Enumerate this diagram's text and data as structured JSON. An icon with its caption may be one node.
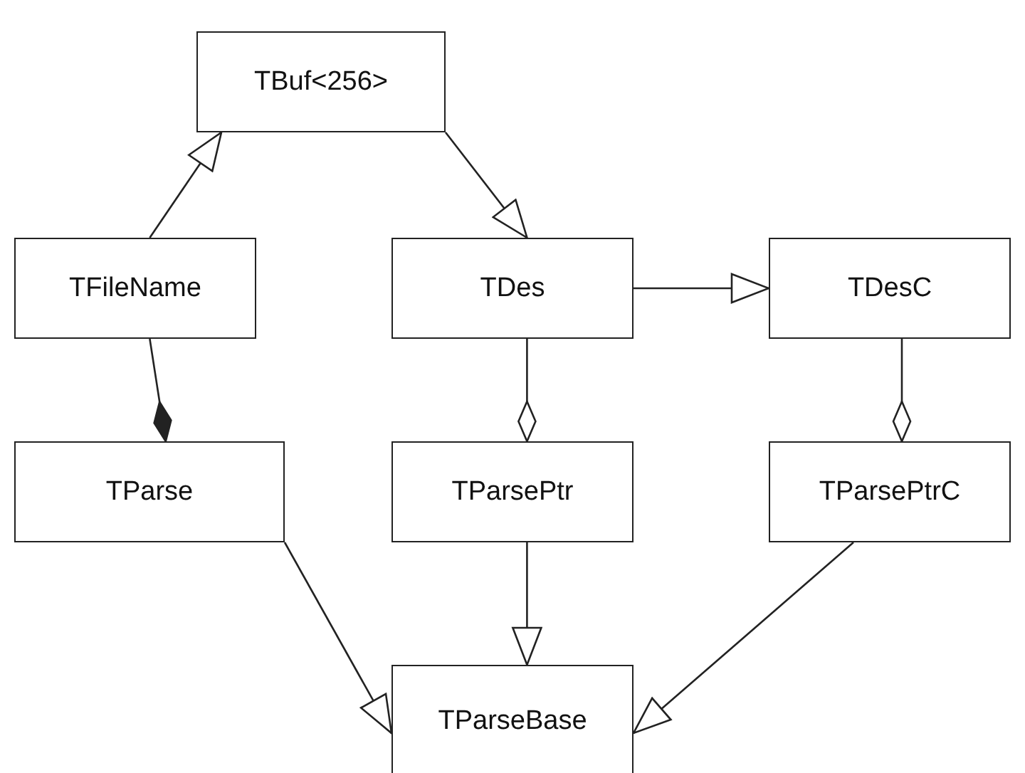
{
  "diagram": {
    "nodes": [
      {
        "text": [
          "TBuf<256>"
        ]
      },
      {
        "text": [
          "TFileName"
        ]
      },
      {
        "text": [
          "TDes"
        ]
      },
      {
        "text": [
          "TDesC"
        ]
      },
      {
        "text": [
          "TParse"
        ]
      },
      {
        "text": [
          "TParsePtr"
        ]
      },
      {
        "text": [
          "TParsePtrC"
        ]
      },
      {
        "text": [
          "TParseBase"
        ]
      }
    ],
    "edges": [
      {
        "from": 1,
        "to": 0,
        "arrow": "to"
      },
      {
        "from": 0,
        "to": 2,
        "arrow": "to"
      },
      {
        "from": 2,
        "to": 3,
        "arrow": "to"
      },
      {
        "from": 1,
        "to": 4,
        "arrow": "other"
      },
      {
        "from": 2,
        "to": 5,
        "arrow": "other"
      },
      {
        "from": 3,
        "to": 6,
        "arrow": "other"
      },
      {
        "from": 4,
        "to": 7,
        "arrow": "to"
      },
      {
        "from": 5,
        "to": 7,
        "arrow": "to"
      },
      {
        "from": 6,
        "to": 7,
        "arrow": "to"
      }
    ]
  }
}
